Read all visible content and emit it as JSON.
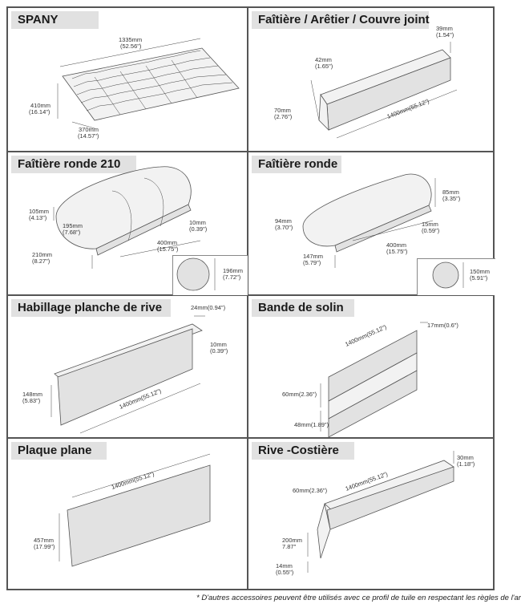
{
  "panels": {
    "spany": {
      "title": "SPANY",
      "labels": [
        "1335mm",
        "(52.56\")",
        "410mm",
        "(16.14\")",
        "370mm",
        "(14.57\")"
      ]
    },
    "faitiere": {
      "title": "Faîtière / Arêtier / Couvre joint",
      "labels": [
        "39mm",
        "(1.54\")",
        "42mm",
        "(1.65\")",
        "70mm",
        "(2.76\")",
        "1400mm(55.12\")"
      ]
    },
    "ronde210": {
      "title": "Faîtière ronde 210",
      "labels": [
        "105mm",
        "(4.13\")",
        "195mm",
        "(7.68\")",
        "210mm",
        "(8.27\")",
        "400mm",
        "(15.75\")",
        "10mm",
        "(0.39\")"
      ],
      "inset": [
        "196mm",
        "(7.72\")"
      ]
    },
    "ronde": {
      "title": "Faîtière ronde",
      "labels": [
        "85mm",
        "(3.35\")",
        "94mm",
        "(3.70\")",
        "15mm",
        "(0.59\")",
        "400mm",
        "(15.75\")",
        "147mm",
        "(5.79\")"
      ],
      "inset": [
        "150mm",
        "(5.91\")"
      ]
    },
    "habillage": {
      "title": "Habillage planche de rive",
      "labels": [
        "24mm(0.94\")",
        "10mm",
        "(0.39\")",
        "148mm",
        "(5.83\")",
        "1400mm(55.12\")"
      ]
    },
    "bande": {
      "title": "Bande de solin",
      "labels": [
        "1400mm(55.12\")",
        "17mm(0.6\")",
        "60mm(2.36\")",
        "48mm(1.89\")"
      ]
    },
    "plaque": {
      "title": "Plaque plane",
      "labels": [
        "1400mm(55.12\")",
        "457mm",
        "(17.99\")"
      ]
    },
    "rive": {
      "title": "Rive -Costière",
      "labels": [
        "30mm",
        "(1.18\")",
        "60mm(2.36\")",
        "1400mm(55.12\")",
        "200mm",
        "7.87\"",
        "14mm",
        "(0.55\")"
      ]
    }
  },
  "footnote": "* D'autres accessoires peuvent être utilisés avec ce profil de tuile en respectant les règles de l'art"
}
